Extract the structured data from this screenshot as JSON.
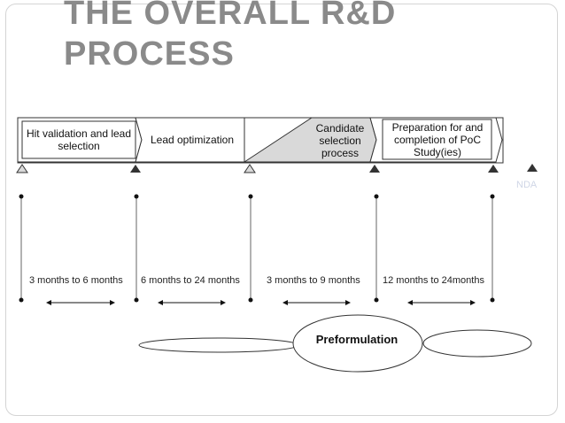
{
  "title_line1": "THE OVERALL R&D",
  "title_line2": "PROCESS",
  "stages": [
    {
      "label": "Hit validation and lead selection"
    },
    {
      "label": "Lead optimization"
    },
    {
      "label": "Candidate selection process"
    },
    {
      "label": "Preparation for and completion of PoC Study(ies)"
    }
  ],
  "durations": [
    {
      "label": "3 months to 6 months"
    },
    {
      "label": "6 months to 24 months"
    },
    {
      "label": "3 months to 9 months"
    },
    {
      "label": "12 months to 24months"
    }
  ],
  "milestone_marker_label": "NDA",
  "preformulation_label": "Preformulation",
  "colors": {
    "title": "#8a8a8a",
    "stage_shade": "#d9d9d9",
    "line": "#333333",
    "nda": "#cfd6e6"
  }
}
